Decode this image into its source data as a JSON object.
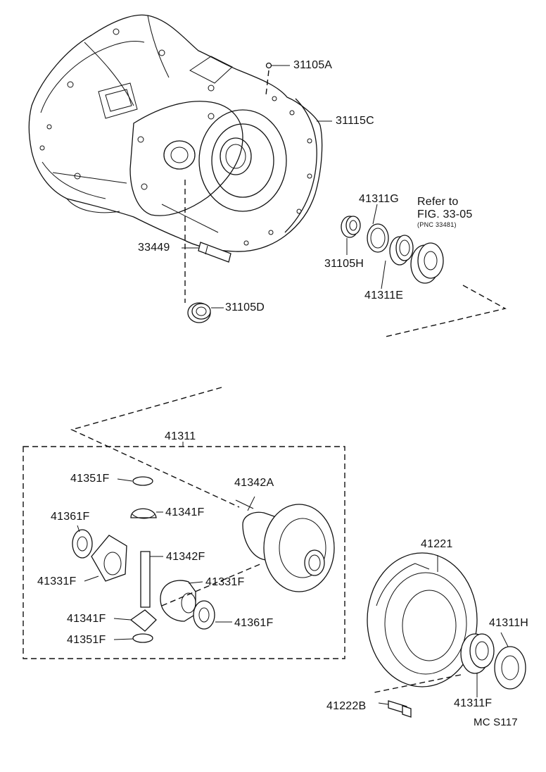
{
  "labels": {
    "p31105A": "31105A",
    "p31115C": "31115C",
    "p41311G": "41311G",
    "refer1": "Refer to",
    "refer2": "FIG. 33-05",
    "refer3": "(PNC 33481)",
    "p31105H": "31105H",
    "p41311E": "41311E",
    "p33449": "33449",
    "p31105D": "31105D",
    "p41311": "41311",
    "p41351F_top": "41351F",
    "p41342A": "41342A",
    "p41341F_top": "41341F",
    "p41361F_left": "41361F",
    "p41342F": "41342F",
    "p41331F_left": "41331F",
    "p41331F_right": "41331F",
    "p41341F_bot": "41341F",
    "p41361F_right": "41361F",
    "p41351F_bot": "41351F",
    "p41221": "41221",
    "p41311H": "41311H",
    "p41311F": "41311F",
    "p41222B": "41222B",
    "code": "MC S117"
  }
}
